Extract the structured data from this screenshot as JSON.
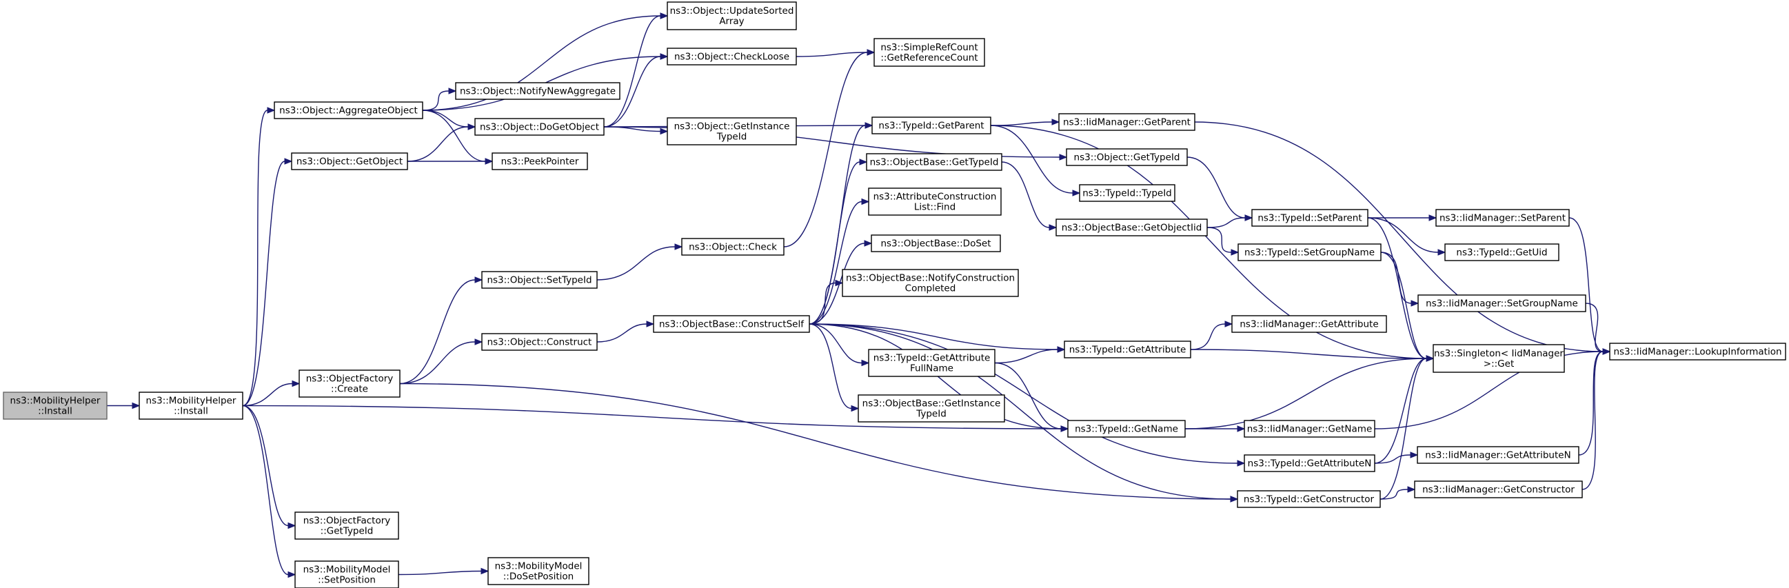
{
  "colors": {
    "edge": "#191970",
    "root_fill": "#bfbfbf",
    "node_fill": "#ffffff",
    "node_border": "#000000"
  },
  "nodes": [
    {
      "id": "n0",
      "lines": [
        "ns3::MobilityHelper",
        "::Install"
      ],
      "root": true
    },
    {
      "id": "n1",
      "lines": [
        "ns3::MobilityHelper",
        "::Install"
      ]
    },
    {
      "id": "n2",
      "lines": [
        "ns3::Object::AggregateObject"
      ]
    },
    {
      "id": "n3",
      "lines": [
        "ns3::Object::GetObject"
      ]
    },
    {
      "id": "n4",
      "lines": [
        "ns3::ObjectFactory",
        "::Create"
      ]
    },
    {
      "id": "n5",
      "lines": [
        "ns3::ObjectFactory",
        "::GetTypeId"
      ]
    },
    {
      "id": "n6",
      "lines": [
        "ns3::MobilityModel",
        "::SetPosition"
      ]
    },
    {
      "id": "n7",
      "lines": [
        "ns3::MobilityModel",
        "::DoSetPosition"
      ]
    },
    {
      "id": "n8",
      "lines": [
        "ns3::Object::UpdateSorted",
        "Array"
      ]
    },
    {
      "id": "n9",
      "lines": [
        "ns3::Object::CheckLoose"
      ]
    },
    {
      "id": "n10",
      "lines": [
        "ns3::Object::NotifyNewAggregate"
      ]
    },
    {
      "id": "n11",
      "lines": [
        "ns3::Object::DoGetObject"
      ]
    },
    {
      "id": "n12",
      "lines": [
        "ns3::PeekPointer"
      ]
    },
    {
      "id": "n13",
      "lines": [
        "ns3::Object::GetInstance",
        "TypeId"
      ]
    },
    {
      "id": "n14",
      "lines": [
        "ns3::Object::SetTypeId"
      ]
    },
    {
      "id": "n15",
      "lines": [
        "ns3::Object::Construct"
      ]
    },
    {
      "id": "n16",
      "lines": [
        "ns3::Object::Check"
      ]
    },
    {
      "id": "n17",
      "lines": [
        "ns3::ObjectBase::ConstructSelf"
      ]
    },
    {
      "id": "n18",
      "lines": [
        "ns3::SimpleRefCount",
        "::GetReferenceCount"
      ]
    },
    {
      "id": "n19",
      "lines": [
        "ns3::TypeId::GetParent"
      ]
    },
    {
      "id": "n20",
      "lines": [
        "ns3::ObjectBase::GetTypeId"
      ]
    },
    {
      "id": "n21",
      "lines": [
        "ns3::AttributeConstruction",
        "List::Find"
      ]
    },
    {
      "id": "n22",
      "lines": [
        "ns3::ObjectBase::DoSet"
      ]
    },
    {
      "id": "n23",
      "lines": [
        "ns3::ObjectBase::NotifyConstruction",
        "Completed"
      ]
    },
    {
      "id": "n24",
      "lines": [
        "ns3::TypeId::GetAttribute",
        "FullName"
      ]
    },
    {
      "id": "n25",
      "lines": [
        "ns3::ObjectBase::GetInstance",
        "TypeId"
      ]
    },
    {
      "id": "n26",
      "lines": [
        "ns3::IidManager::GetParent"
      ]
    },
    {
      "id": "n27",
      "lines": [
        "ns3::Object::GetTypeId"
      ]
    },
    {
      "id": "n28",
      "lines": [
        "ns3::TypeId::TypeId"
      ]
    },
    {
      "id": "n29",
      "lines": [
        "ns3::ObjectBase::GetObjectIid"
      ]
    },
    {
      "id": "n30",
      "lines": [
        "ns3::TypeId::GetAttribute"
      ]
    },
    {
      "id": "n31",
      "lines": [
        "ns3::TypeId::GetName"
      ]
    },
    {
      "id": "n32",
      "lines": [
        "ns3::TypeId::SetParent"
      ]
    },
    {
      "id": "n33",
      "lines": [
        "ns3::TypeId::SetGroupName"
      ]
    },
    {
      "id": "n34",
      "lines": [
        "ns3::IidManager::GetAttribute"
      ]
    },
    {
      "id": "n35",
      "lines": [
        "ns3::IidManager::GetName"
      ]
    },
    {
      "id": "n36",
      "lines": [
        "ns3::TypeId::GetAttributeN"
      ]
    },
    {
      "id": "n37",
      "lines": [
        "ns3::TypeId::GetConstructor"
      ]
    },
    {
      "id": "n38",
      "lines": [
        "ns3::IidManager::SetParent"
      ]
    },
    {
      "id": "n39",
      "lines": [
        "ns3::TypeId::GetUid"
      ]
    },
    {
      "id": "n40",
      "lines": [
        "ns3::IidManager::SetGroupName"
      ]
    },
    {
      "id": "n41",
      "lines": [
        "ns3::Singleton< IidManager",
        " >::Get"
      ]
    },
    {
      "id": "n42",
      "lines": [
        "ns3::IidManager::GetAttributeN"
      ]
    },
    {
      "id": "n43",
      "lines": [
        "ns3::IidManager::GetConstructor"
      ]
    },
    {
      "id": "n44",
      "lines": [
        "ns3::IidManager::LookupInformation"
      ]
    }
  ],
  "edges": [
    [
      "n0",
      "n1"
    ],
    [
      "n1",
      "n2"
    ],
    [
      "n1",
      "n3"
    ],
    [
      "n1",
      "n4"
    ],
    [
      "n1",
      "n5"
    ],
    [
      "n1",
      "n6"
    ],
    [
      "n1",
      "n31"
    ],
    [
      "n2",
      "n8"
    ],
    [
      "n2",
      "n9"
    ],
    [
      "n2",
      "n10"
    ],
    [
      "n2",
      "n11"
    ],
    [
      "n2",
      "n12"
    ],
    [
      "n3",
      "n11"
    ],
    [
      "n3",
      "n12"
    ],
    [
      "n4",
      "n14"
    ],
    [
      "n4",
      "n15"
    ],
    [
      "n4",
      "n37"
    ],
    [
      "n6",
      "n7"
    ],
    [
      "n11",
      "n8"
    ],
    [
      "n11",
      "n9"
    ],
    [
      "n11",
      "n13"
    ],
    [
      "n11",
      "n27"
    ],
    [
      "n11",
      "n19"
    ],
    [
      "n9",
      "n18"
    ],
    [
      "n14",
      "n16"
    ],
    [
      "n16",
      "n18"
    ],
    [
      "n15",
      "n17"
    ],
    [
      "n17",
      "n19"
    ],
    [
      "n17",
      "n20"
    ],
    [
      "n17",
      "n21"
    ],
    [
      "n17",
      "n22"
    ],
    [
      "n17",
      "n23"
    ],
    [
      "n17",
      "n24"
    ],
    [
      "n17",
      "n25"
    ],
    [
      "n17",
      "n30"
    ],
    [
      "n17",
      "n31"
    ],
    [
      "n17",
      "n36"
    ],
    [
      "n17",
      "n37"
    ],
    [
      "n19",
      "n26"
    ],
    [
      "n19",
      "n28"
    ],
    [
      "n19",
      "n41"
    ],
    [
      "n20",
      "n29"
    ],
    [
      "n24",
      "n30"
    ],
    [
      "n24",
      "n31"
    ],
    [
      "n26",
      "n44"
    ],
    [
      "n27",
      "n32"
    ],
    [
      "n29",
      "n32"
    ],
    [
      "n29",
      "n33"
    ],
    [
      "n30",
      "n34"
    ],
    [
      "n30",
      "n41"
    ],
    [
      "n31",
      "n35"
    ],
    [
      "n31",
      "n41"
    ],
    [
      "n32",
      "n38"
    ],
    [
      "n32",
      "n39"
    ],
    [
      "n32",
      "n41"
    ],
    [
      "n33",
      "n40"
    ],
    [
      "n33",
      "n41"
    ],
    [
      "n35",
      "n44"
    ],
    [
      "n36",
      "n41"
    ],
    [
      "n36",
      "n42"
    ],
    [
      "n37",
      "n41"
    ],
    [
      "n37",
      "n43"
    ],
    [
      "n38",
      "n44"
    ],
    [
      "n40",
      "n44"
    ],
    [
      "n42",
      "n44"
    ],
    [
      "n43",
      "n44"
    ]
  ]
}
